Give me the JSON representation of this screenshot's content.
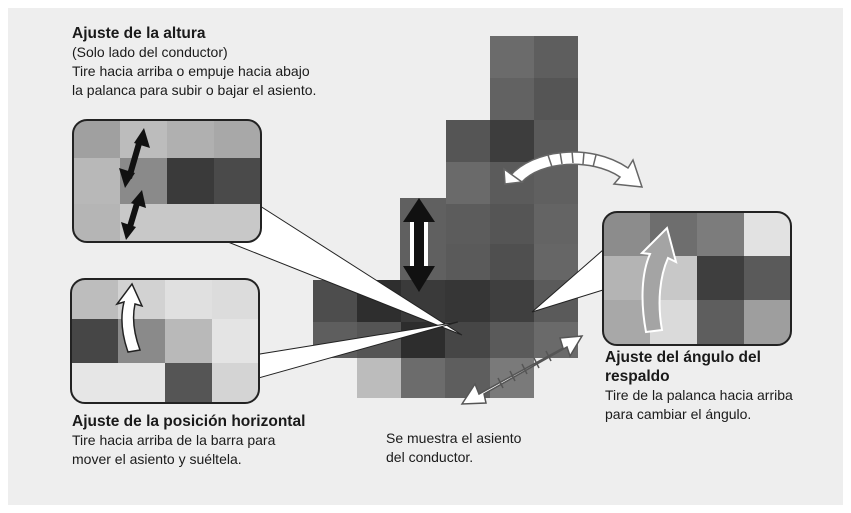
{
  "height_adjust": {
    "title": "Ajuste de la altura",
    "note": "(Solo lado del conductor)",
    "line1": "Tire hacia arriba o empuje hacia abajo",
    "line2": "la palanca para subir o bajar el asiento."
  },
  "horizontal_adjust": {
    "title": "Ajuste de la posición horizontal",
    "line1": "Tire hacia arriba de la barra para",
    "line2": "mover el asiento y suéltela."
  },
  "recline_adjust": {
    "title_line1": "Ajuste del ángulo del",
    "title_line2": "respaldo",
    "line1": "Tire de la palanca hacia arriba",
    "line2": "para cambiar el ángulo."
  },
  "seat_caption": {
    "line1": "Se muestra el asiento",
    "line2": "del conductor."
  },
  "colors": {
    "background": "#eeeeee",
    "arrow_fill": "#ffffff",
    "arrow_dark": "#2a2a2a"
  }
}
